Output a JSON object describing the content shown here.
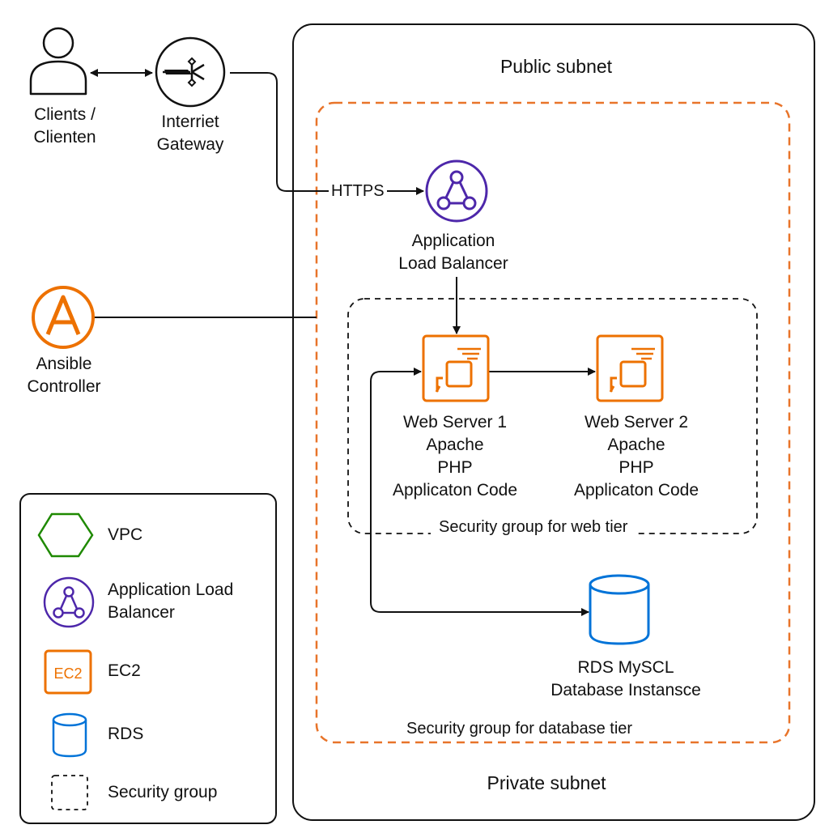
{
  "colors": {
    "line": "#111111",
    "aws_orange": "#ED7100",
    "elb_purple": "#4D27AA",
    "vpc_green": "#1E8900",
    "rds_blue": "#0073D8",
    "dashed_orange": "#E8742A"
  },
  "clients": {
    "icon": "user-icon",
    "line1": "Clients /",
    "line2": "Clienten"
  },
  "gateway": {
    "icon": "internet-gateway-icon",
    "line1": "Interriet",
    "line2": "Gateway"
  },
  "ansible": {
    "icon": "ansible-icon",
    "glyph": "A",
    "line1": "Ansible",
    "line2": "Controller"
  },
  "public_subnet": {
    "label": "Public subnet"
  },
  "private_subnet": {
    "label": "Private subnet"
  },
  "https_label": "HTTPS",
  "alb": {
    "icon": "load-balancer-icon",
    "line1": "Application",
    "line2": "Load Balancer"
  },
  "web_sg": {
    "label": "Security group for web tier"
  },
  "db_sg": {
    "label": "Security group for database tier"
  },
  "web_server_1": {
    "icon": "ec2-icon",
    "line1": "Web Server 1",
    "line2": "Apache",
    "line3": "PHP",
    "line4": "Applicaton Code"
  },
  "web_server_2": {
    "icon": "ec2-icon",
    "line1": "Web Server 2",
    "line2": "Apache",
    "line3": "PHP",
    "line4": "Applicaton Code"
  },
  "rds": {
    "icon": "database-icon",
    "line1": "RDS MySCL",
    "line2": "Database Instansce"
  },
  "legend": {
    "items": [
      {
        "icon": "hexagon-icon",
        "label_line1": "VPC",
        "label_line2": ""
      },
      {
        "icon": "load-balancer-icon",
        "label_line1": "Application Load",
        "label_line2": "Balancer"
      },
      {
        "icon": "ec2-icon",
        "glyph": "EC2",
        "label_line1": "EC2",
        "label_line2": ""
      },
      {
        "icon": "database-icon",
        "label_line1": "RDS",
        "label_line2": ""
      },
      {
        "icon": "dashed-square-icon",
        "label_line1": "Security group",
        "label_line2": ""
      }
    ]
  }
}
